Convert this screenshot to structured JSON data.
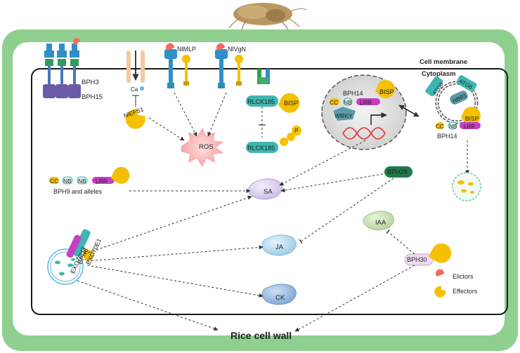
{
  "membrane": {
    "cell_membrane": "Cell membrane",
    "cytoplasm": "Cytoplasm",
    "cell_wall": "Rice cell wall"
  },
  "receptors": {
    "bph3": "BPH3",
    "bph15": "BPH15",
    "calcium": "Ca",
    "niefs1": "NlEFS1",
    "nimlp": "NlMLP",
    "nlvgn": "NlVgN"
  },
  "signals": {
    "ros": "ROS",
    "sa": "SA",
    "ja": "JA",
    "ck": "CK",
    "iaa": "IAA"
  },
  "kinase": {
    "rlck185_top": "RLCK185",
    "rlck185_bottom": "RLCK185",
    "bisp": "BISP",
    "phospho": "P"
  },
  "nucleus": {
    "bph14": "BPH14",
    "bisp": "BISP",
    "cc": "CC",
    "nb": "NB",
    "lrr": "LRR",
    "wrky": "WRKY"
  },
  "autophagy": {
    "atg8_a": "ATG8",
    "atg8_b": "ATG8",
    "nbr1": "NBR1",
    "bisp": "BISP",
    "cc": "CC",
    "nb": "NB",
    "lrr": "LRR",
    "bph14": "BPH14"
  },
  "bph9": {
    "cc": "CC",
    "nb1": "NB",
    "nb2": "NB",
    "lrr": "LRR",
    "label": "BPH9 and alleles"
  },
  "bph29": "BPH29",
  "bph30": "BPH30",
  "exocyst": {
    "exo70e1": "EXO70E1",
    "bph6": "BPH6",
    "exo70h3": "EXO70H3"
  },
  "legend": {
    "elictors": "Elictors",
    "effectors": "Effectors"
  },
  "colors": {
    "outer_wall": "#8fcf8f",
    "effector": "#f5c000",
    "elicitor": "#f26b5b",
    "receptor_blue": "#2f8fc7",
    "receptor_purple": "#6a5aa8",
    "lrr_magenta": "#c43fc4",
    "teal": "#3fb7b0"
  }
}
